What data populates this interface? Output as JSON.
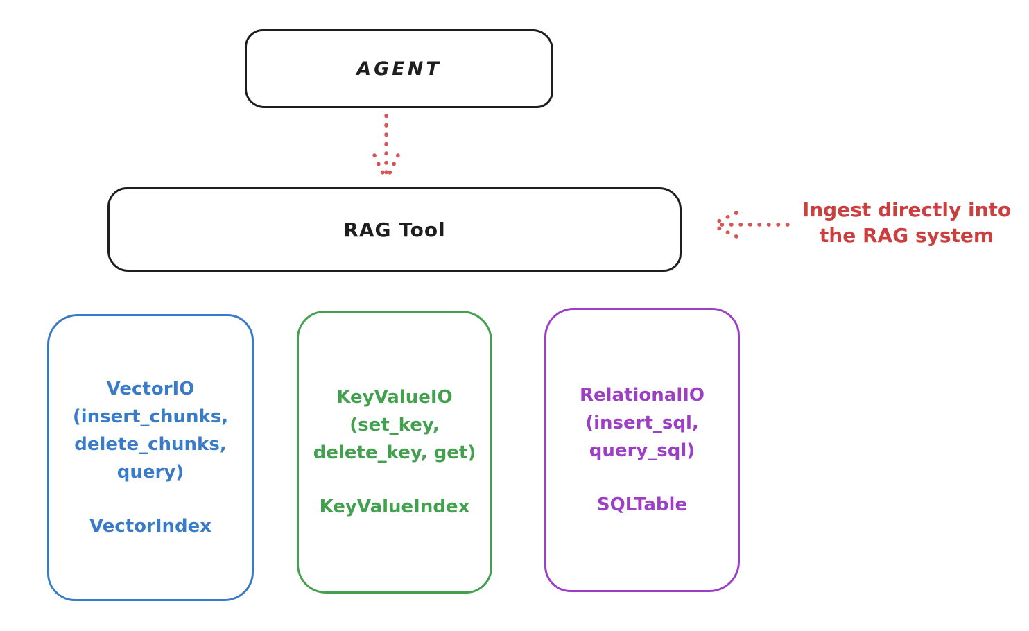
{
  "diagram": {
    "title_implicit": "RAG Tool architecture",
    "background": "#ffffff",
    "stroke_black": "#1e1e1e"
  },
  "nodes": {
    "agent": {
      "label": "AGENT",
      "color": "#1e1e1e"
    },
    "rag_tool": {
      "label": "RAG Tool",
      "color": "#1e1e1e"
    },
    "vector": {
      "io_label": "VectorIO\n(insert_chunks,\ndelete_chunks,\nquery)",
      "index_label": "VectorIndex",
      "color": "#3a7bc8"
    },
    "keyvalue": {
      "io_label": "KeyValueIO\n(set_key,\ndelete_key, get)",
      "index_label": "KeyValueIndex",
      "color": "#43a04e"
    },
    "relational": {
      "io_label": "RelationalIO\n(insert_sql,\nquery_sql)",
      "index_label": "SQLTable",
      "color": "#9d3fc4"
    }
  },
  "annotation": {
    "text": "Ingest directly into\nthe RAG system",
    "color": "#cc3f3f"
  },
  "arrows": {
    "agent_to_rag": {
      "from": "agent",
      "to": "rag_tool",
      "style": "dotted",
      "direction": "down",
      "color": "#d65555"
    },
    "annotation_to_rag": {
      "from": "annotation",
      "to": "rag_tool",
      "style": "dotted",
      "direction": "left",
      "color": "#d65555"
    }
  }
}
